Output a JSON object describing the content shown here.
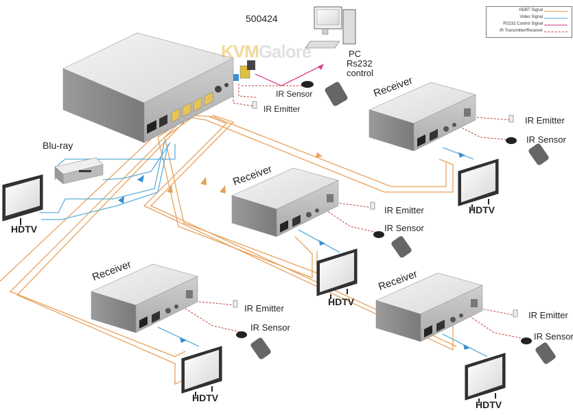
{
  "diagram": {
    "title": "500424",
    "watermark": {
      "part1": "KVM",
      "part2": "Galore"
    },
    "legend": {
      "items": [
        {
          "label": "HDBT Signal",
          "color": "#e8a05a",
          "style": "solid"
        },
        {
          "label": "Video Signal",
          "color": "#5aaed8",
          "style": "solid"
        },
        {
          "label": "RS232  Control Signal",
          "color": "#d8408a",
          "style": "solid"
        },
        {
          "label": "IR Transmitter/Receiver",
          "color": "#c04040",
          "style": "dashed"
        }
      ]
    },
    "source": {
      "label": "Blu-ray",
      "display_label": "HDTV"
    },
    "pc": {
      "lines": [
        "PC",
        "Rs232",
        "control"
      ]
    },
    "main_ir": {
      "sensor": "IR Sensor",
      "emitter": "IR Emitter"
    },
    "receivers": [
      {
        "title": "Receiver",
        "emitter": "IR Emitter",
        "sensor": "IR Sensor",
        "display": "HDTV"
      },
      {
        "title": "Receiver",
        "emitter": "IR Emitter",
        "sensor": "IR Sensor",
        "display": "HDTV"
      },
      {
        "title": "Receiver",
        "emitter": "IR Emitter",
        "sensor": "IR Sensor",
        "display": "HDTV"
      },
      {
        "title": "Receiver",
        "emitter": "IR Emitter",
        "sensor": "IR Sensor",
        "display": "HDTV"
      }
    ],
    "colors": {
      "hdbt": "#e8a05a",
      "video": "#5aaed8",
      "rs232": "#d8408a",
      "ir": "#c04040",
      "device_top": "#e9e9e9",
      "device_front": "#bdbdbd",
      "device_side": "#8f8f8f"
    }
  }
}
